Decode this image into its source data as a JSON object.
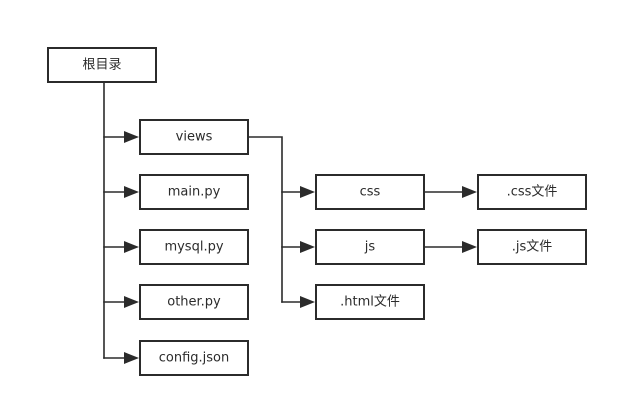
{
  "diagram": {
    "root": "根目录",
    "children": {
      "views": "views",
      "main_py": "main.py",
      "mysql_py": "mysql.py",
      "other_py": "other.py",
      "config_json": "config.json"
    },
    "views_children": {
      "css": "css",
      "js": "js",
      "html_files": ".html文件"
    },
    "grandchildren": {
      "css_files": ".css文件",
      "js_files": ".js文件"
    }
  }
}
